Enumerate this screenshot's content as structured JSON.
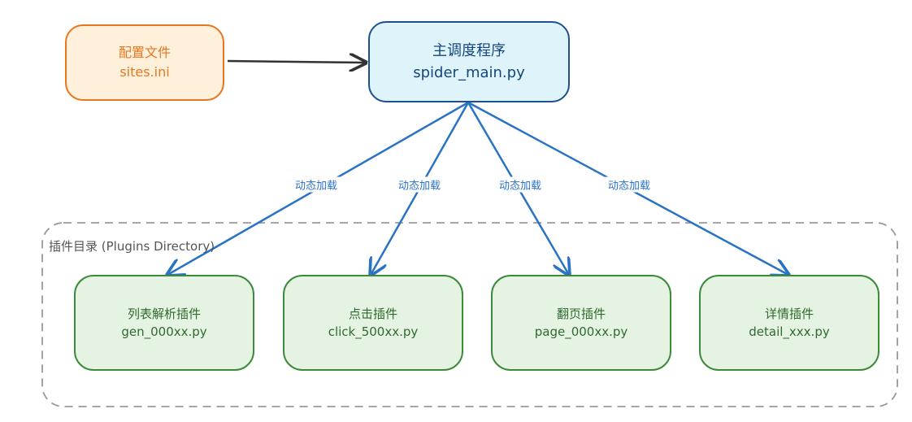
{
  "config": {
    "title": "配置文件",
    "file": "sites.ini"
  },
  "main": {
    "title": "主调度程序",
    "file": "spider_main.py"
  },
  "group": {
    "title": "插件目录 (Plugins Directory)"
  },
  "edge_label": "动态加载",
  "plugins": [
    {
      "title": "列表解析插件",
      "file": "gen_000xx.py"
    },
    {
      "title": "点击插件",
      "file": "click_500xx.py"
    },
    {
      "title": "翻页插件",
      "file": "page_000xx.py"
    },
    {
      "title": "详情插件",
      "file": "detail_xxx.py"
    }
  ],
  "colors": {
    "config_stroke": "#e8761c",
    "config_fill": "#fff0dc",
    "main_stroke": "#1f4f8c",
    "main_fill": "#dff3fb",
    "plugin_stroke": "#3c8a3c",
    "plugin_fill": "#e5f3e2",
    "edge_blue": "#2a72c4",
    "edge_dark": "#333333",
    "group_dash": "#999999"
  }
}
